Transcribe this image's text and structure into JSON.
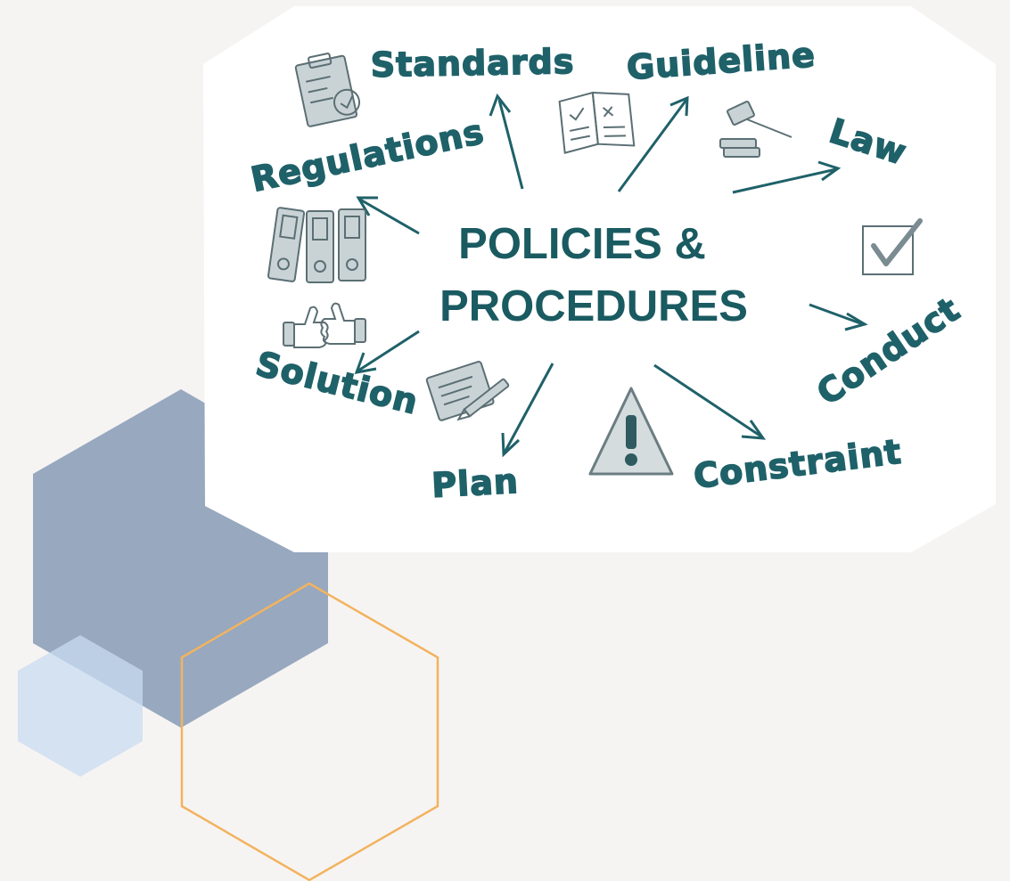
{
  "central_title": {
    "line1": "POLICIES &",
    "line2": "PROCEDURES"
  },
  "keywords": {
    "standards": "Standards",
    "guideline": "Guideline",
    "law": "Law",
    "regulations": "Regulations",
    "conduct": "Conduct",
    "solution": "Solution",
    "plan": "Plan",
    "constraint": "Constraint"
  },
  "colors": {
    "teal_text": "#1a5a61",
    "background": "#f6f4f3",
    "card": "#ffffff",
    "hex_slate": "#8ea1bb",
    "hex_light_blue": "#d6e4f3",
    "hex_orange_outline": "#f2b35f"
  },
  "icons": [
    "clipboard-check-icon",
    "open-book-icon",
    "gavel-icon",
    "binders-icon",
    "thumbs-up-icon",
    "checkbox-checked-icon",
    "notepad-pencil-icon",
    "warning-triangle-icon"
  ]
}
